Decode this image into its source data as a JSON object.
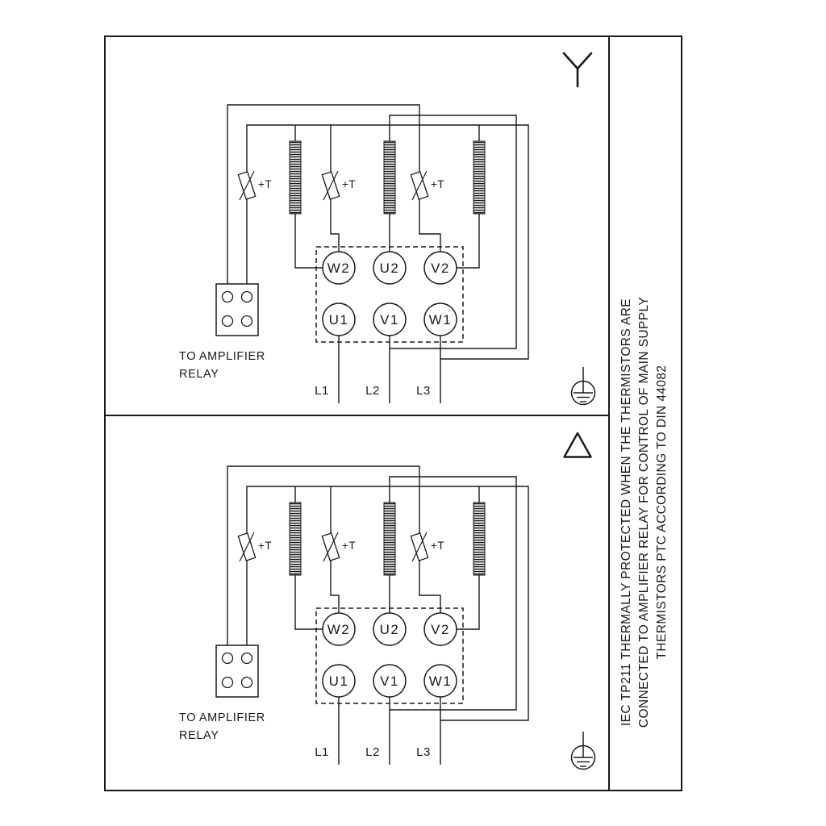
{
  "panels": [
    {
      "connection": "star",
      "terminals_top": [
        "W2",
        "U2",
        "V2"
      ],
      "terminals_bottom": [
        "U1",
        "V1",
        "W1"
      ],
      "thermistor_labels": [
        "+T",
        "+T",
        "+T"
      ],
      "relay_caption": [
        "TO AMPLIFIER",
        "RELAY"
      ],
      "supply_labels": [
        "L1",
        "L2",
        "L3"
      ]
    },
    {
      "connection": "delta",
      "terminals_top": [
        "W2",
        "U2",
        "V2"
      ],
      "terminals_bottom": [
        "U1",
        "V1",
        "W1"
      ],
      "thermistor_labels": [
        "+T",
        "+T",
        "+T"
      ],
      "relay_caption": [
        "TO AMPLIFIER",
        "RELAY"
      ],
      "supply_labels": [
        "L1",
        "L2",
        "L3"
      ]
    }
  ],
  "side_note_lines": [
    "IEC TP211 THERMALLY PROTECTED WHEN THE THERMISTORS ARE",
    "CONNECTED TO AMPLIFIER RELAY FOR CONTROL OF MAIN SUPPLY",
    "THERMISTORS PTC ACCORDING TO DIN 44082"
  ],
  "icons": {
    "star": "star-connection-symbol",
    "delta": "delta-connection-symbol",
    "ground": "earth-ground-symbol",
    "thermistor": "ptc-thermistor-symbol",
    "winding": "motor-winding-symbol"
  },
  "colors": {
    "line": "#1a1a1a",
    "background": "#ffffff"
  }
}
